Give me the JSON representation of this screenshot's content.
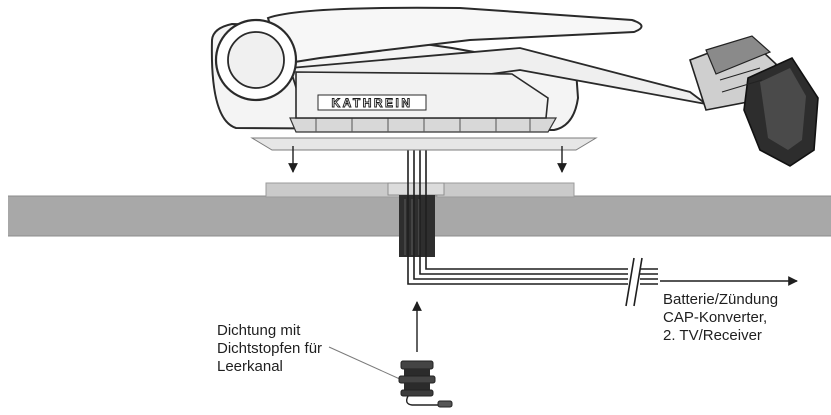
{
  "brand": {
    "logo_text": "KATHREIN"
  },
  "labels": {
    "connection": {
      "line1": "Batterie/Zündung",
      "line2": "CAP-Konverter,",
      "line3": "2. TV/Receiver"
    },
    "seal": {
      "line1": "Dichtung mit",
      "line2": "Dichtstopfen für",
      "line3": "Leerkanal"
    }
  },
  "icons": {
    "arrows": "arrow-icon",
    "break": "cable-break-icon"
  }
}
